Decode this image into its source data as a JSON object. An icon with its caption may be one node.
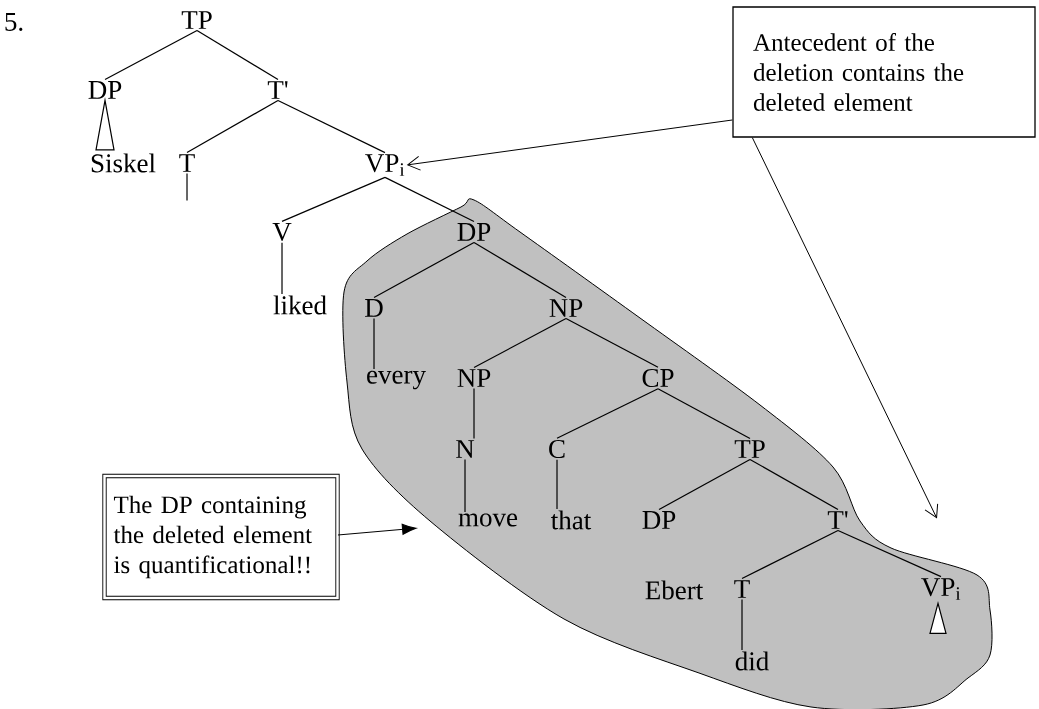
{
  "diagram": {
    "nodes": [
      {
        "text": [
          "TP"
        ]
      },
      {
        "text": [
          "DP"
        ]
      },
      {
        "text": [
          "T'"
        ]
      },
      {
        "text": [
          "Siskel"
        ]
      },
      {
        "text": [
          "T"
        ]
      },
      {
        "text": [
          "VP$_{i}$"
        ]
      },
      {
        "text": [
          "V"
        ]
      },
      {
        "text": [
          "liked"
        ]
      },
      {
        "text": [],
        "shape": "blob"
      },
      {
        "text": [
          "DP"
        ],
        "in": 8
      },
      {
        "text": [
          "D"
        ],
        "in": 8
      },
      {
        "text": [
          "NP"
        ],
        "in": 8
      },
      {
        "text": [
          "every"
        ],
        "in": 8
      },
      {
        "text": [
          "NP"
        ],
        "in": 8
      },
      {
        "text": [
          "CP"
        ],
        "in": 8
      },
      {
        "text": [
          "N"
        ],
        "in": 8
      },
      {
        "text": [
          "C"
        ],
        "in": 8
      },
      {
        "text": [
          "TP"
        ],
        "in": 8
      },
      {
        "text": [
          "move"
        ],
        "in": 8
      },
      {
        "text": [
          "that"
        ],
        "in": 8
      },
      {
        "text": [
          "DP"
        ],
        "in": 8
      },
      {
        "text": [
          "T'"
        ],
        "in": 8
      },
      {
        "text": [
          "T"
        ],
        "in": 8
      },
      {
        "text": [
          "VP$_{i}$"
        ],
        "in": 8
      },
      {
        "text": [
          "did"
        ],
        "in": 8
      },
      {
        "text": [
          "Antecedent of the deletion contains the deleted element"
        ]
      },
      {
        "text": [
          "The DP containing the deleted element is quantificational!!"
        ]
      }
    ],
    "edges": [
      {
        "from": 0,
        "to": 1,
        "arrow": "none"
      },
      {
        "from": 0,
        "to": 2,
        "arrow": "none"
      },
      {
        "from": 1,
        "to": 3,
        "arrow": "none"
      },
      {
        "from": 2,
        "to": 4,
        "arrow": "none"
      },
      {
        "from": 2,
        "to": 5,
        "arrow": "none"
      },
      {
        "from": 4,
        "to": null,
        "arrow": "none"
      },
      {
        "from": 5,
        "to": 6,
        "arrow": "none"
      },
      {
        "from": 5,
        "to": 9,
        "arrow": "none"
      },
      {
        "from": 6,
        "to": 7,
        "arrow": "none"
      },
      {
        "from": 9,
        "to": 10,
        "arrow": "none"
      },
      {
        "from": 9,
        "to": 11,
        "arrow": "none"
      },
      {
        "from": 10,
        "to": 12,
        "arrow": "none"
      },
      {
        "from": 11,
        "to": 13,
        "arrow": "none"
      },
      {
        "from": 11,
        "to": 14,
        "arrow": "none"
      },
      {
        "from": 13,
        "to": 15,
        "arrow": "none"
      },
      {
        "from": 15,
        "to": 18,
        "arrow": "none"
      },
      {
        "from": 14,
        "to": 16,
        "arrow": "none"
      },
      {
        "from": 14,
        "to": 17,
        "arrow": "none"
      },
      {
        "from": 16,
        "to": 19,
        "arrow": "none"
      },
      {
        "from": 17,
        "to": 20,
        "arrow": "none"
      },
      {
        "from": 17,
        "to": 21,
        "arrow": "none"
      },
      {
        "from": 21,
        "to": 22,
        "arrow": "none"
      },
      {
        "from": 21,
        "to": 23,
        "arrow": "none"
      },
      {
        "from": 22,
        "to": 24,
        "arrow": "none"
      },
      {
        "from": 25,
        "to": 5,
        "arrow": "to"
      },
      {
        "from": 25,
        "to": 23,
        "arrow": "to"
      },
      {
        "from": 26,
        "to": 8,
        "arrow": "to"
      }
    ],
    "labels": [
      "5.",
      "Ebert"
    ]
  }
}
